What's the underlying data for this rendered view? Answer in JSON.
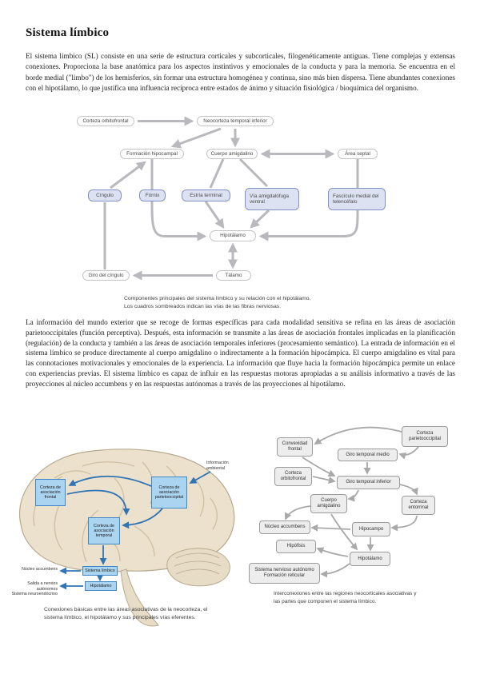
{
  "document": {
    "title": "Sistema límbico",
    "paragraph1": "El sistema límbico (SL) consiste en una serie de estructura corticales y subcorticales, filogenéticamente antiguas. Tiene complejas y extensas conexiones. Proporciona la base anatómica para los aspectos instintivos y emocionales de la conducta y para la memoria. Se encuentra en el borde medial (\"limbo\") de los hemisferios, sin formar una estructura homogénea y continua, sino más bien dispersa. Tiene abundantes conexiones con el hipotálamo, lo que justifica una influencia recíproca entre estados de ánimo y situación fisiológica / bioquímica del organismo.",
    "paragraph2": "La información del mundo exterior que se recoge de formas específicas para cada modalidad sensitiva se refina en las áreas de asociación parietooccipitales (función perceptiva). Después, esta información se transmite a las áreas de asociación frontales implicadas en la planificación (regulación) de la conducta y también a las áreas de asociación temporales inferiores (procesamiento semántico). La entrada de información en el sistema límbico se produce directamente al cuerpo amigdalino o indirectamente a la formación hipocámpica. El cuerpo amigdalino es vital para las connotaciones motivacionales y emocionales de la experiencia. La información que fluye hacia la formación hipocámpica permite un enlace con experiencias previas. El sistema límbico es capaz de influir en las respuestas motoras apropiadas a su análisis informativo a través de las proyecciones al núcleo accumbens y en las respuestas autónomas a través de las proyecciones al hipotálamo."
  },
  "figure1": {
    "nodes": {
      "corteza_orbitofrontal": "Corteza orbitofrontal",
      "neocorteza_temporal_inferior": "Neocorteza temporal inferior",
      "formacion_hipocampal": "Formación hipocampal",
      "cuerpo_amigdalino": "Cuerpo amigdalino",
      "area_septal": "Área septal",
      "cingulo": "Cíngulo",
      "fornix": "Fórnix",
      "estria_terminal": "Estría terminal",
      "via_amigdalofuga": "Vía amigdalófuga ventral",
      "fasciculo_medial": "Fascículo medial del telencéfalo",
      "hipotalamo": "Hipotálamo",
      "giro_del_cingulo": "Giro del cíngulo",
      "talamo": "Tálamo"
    },
    "caption_line1": "Componentes principales del sistema límbico y su relación con el hipotálamo.",
    "caption_line2": "Los cuadros sombreados indican las vías de las fibras nerviosas.",
    "shaded_box_color": "#dde2f2",
    "arrow_color": "#b9b9bd"
  },
  "brain_figure": {
    "labels": {
      "informacion_ambiental": "Información ambiental",
      "corteza_asociacion_frontal": "Corteza de asociación frontal",
      "corteza_asociacion_parietooccipital": "Corteza de asociación parietooccipital",
      "corteza_asociacion_temporal": "Corteza de asociación temporal",
      "sistema_limbico": "Sistema límbico",
      "hipotalamo": "Hipotálamo",
      "nucleo_accumbens": "Núcleo accumbens",
      "salida_line1": "Salida a nervios autónomos",
      "salida_line2": "Sistema neuroendócrino"
    },
    "caption_line1": "Conexiones básicas entre las áreas asociativas de la neocorteza, el",
    "caption_line2": "sistema límbico, el hipotálamo y sus principales vías eferentes.",
    "label_box_color": "#aad4f0",
    "arrow_color": "#2f74b5"
  },
  "figure2": {
    "nodes": {
      "convexidad_frontal": "Convexidad frontal",
      "corteza_parietooccipital": "Corteza parietooccipital",
      "giro_temporal_medio": "Giro temporal medio",
      "corteza_orbitofrontal": "Corteza orbitofrontal",
      "giro_temporal_inferior": "Giro temporal inferior",
      "cuerpo_amigdalino": "Cuerpo amigdalino",
      "corteza_entorrinal": "Corteza entorrinal",
      "nucleo_accumbens": "Núcleo accumbens",
      "hipocampo": "Hipocampo",
      "hipofisis": "Hipófisis",
      "hipotalamo": "Hipotálamo",
      "snc_line1": "Sistema nervioso autónomo",
      "snc_line2": "Formación reticular"
    },
    "caption_line1": "Interconexiones entre las regiones neocorticales asociativas y",
    "caption_line2": "las partes que componen el sistema límbico."
  }
}
